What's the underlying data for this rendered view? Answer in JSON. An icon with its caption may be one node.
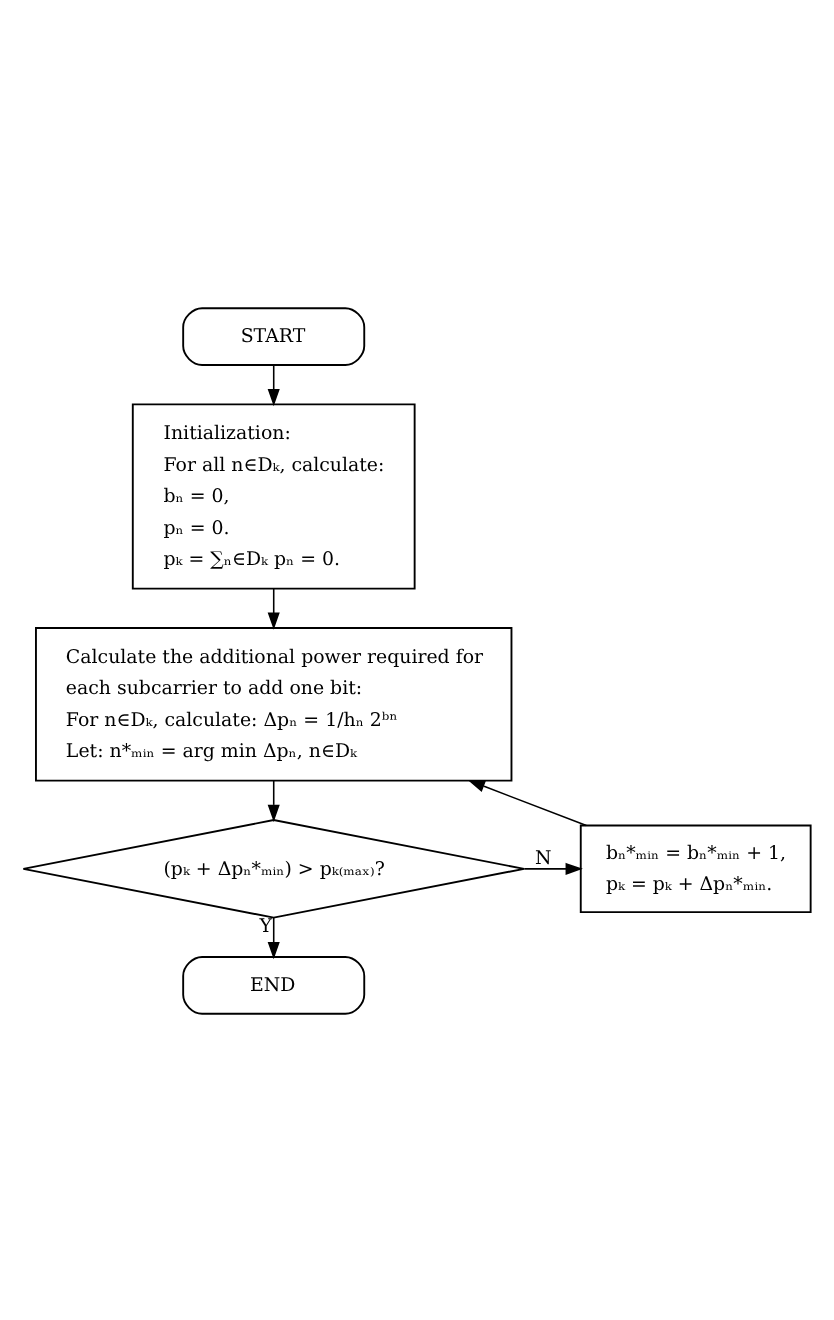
{
  "diagram": {
    "nodes": [
      {
        "text": [
          "START"
        ]
      },
      {
        "text": [
          "Initialization:",
          "For all n∈Dₖ, calculate:",
          "bₙ = 0,",
          "pₙ = 0.",
          "pₖ = ∑ₙ∈Dₖ pₙ = 0."
        ]
      },
      {
        "text": [
          "Calculate the additional power required for each subcarrier to add one bit:",
          "For n∈Dₖ, calculate: Δpₙ = 1/hₙ 2ᵇⁿ",
          "Let: n*ₘᵢₙ = arg min Δpₙ, n∈Dₖ"
        ]
      },
      {
        "text": [
          "(pₖ + Δpₙ*ₘᵢₙ) > pₖ₍ₘₐₓ₎?"
        ]
      },
      {
        "text": [
          "bₙ*ₘᵢₙ = bₙ*ₘᵢₙ + 1,",
          "pₖ = pₖ + Δpₙ*ₘᵢₙ."
        ]
      },
      {
        "text": [
          "END"
        ]
      }
    ],
    "edges": [
      {
        "from": 0,
        "to": 1,
        "arrow": "to"
      },
      {
        "from": 1,
        "to": 2,
        "arrow": "to"
      },
      {
        "from": 2,
        "to": 3,
        "arrow": "to"
      },
      {
        "from": 3,
        "to": 4,
        "arrow": "to",
        "label": "N"
      },
      {
        "from": 4,
        "to": 2,
        "arrow": "to"
      },
      {
        "from": 3,
        "to": 5,
        "arrow": "to",
        "label": "Y"
      }
    ]
  }
}
